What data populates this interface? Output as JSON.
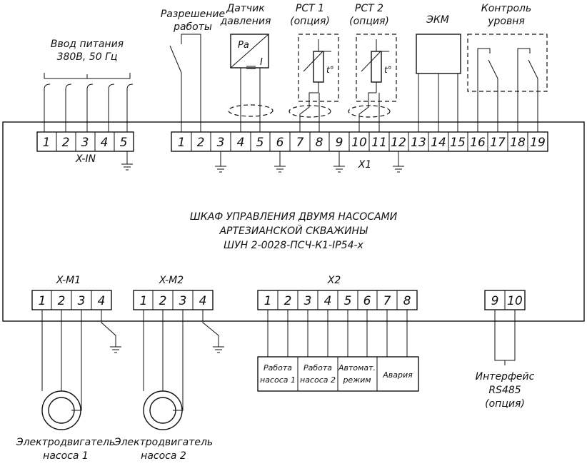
{
  "cabinet": {
    "title_line1": "ШКАФ УПРАВЛЕНИЯ ДВУМЯ НАСОСАМИ",
    "title_line2": "АРТЕЗИАНСКОЙ СКВАЖИНЫ",
    "title_line3": "ШУН 2-0028-ПСЧ-К1-IP54-х"
  },
  "power": {
    "label_line1": "Ввод питания",
    "label_line2": "380В, 50 Гц",
    "block_name": "X-IN",
    "terminals": [
      "1",
      "2",
      "3",
      "4",
      "5"
    ]
  },
  "x1": {
    "block_name": "X1",
    "terminals": [
      "1",
      "2",
      "3",
      "4",
      "5",
      "6",
      "7",
      "8",
      "9",
      "10",
      "11",
      "12",
      "13",
      "14",
      "15",
      "16",
      "17",
      "18",
      "19"
    ]
  },
  "devices": {
    "permit_line1": "Разрешение",
    "permit_line2": "работы",
    "pressure_line1": "Датчик",
    "pressure_line2": "давления",
    "pressure_symbol": "Pa",
    "pressure_i": "I",
    "rst1_line1": "РСТ 1",
    "rst1_line2": "(опция)",
    "rst2_line1": "РСТ 2",
    "rst2_line2": "(опция)",
    "ekm": "ЭКМ",
    "level_line1": "Контроль",
    "level_line2": "уровня",
    "temp_symbol": "t°"
  },
  "motors": {
    "m1_block": "X-M1",
    "m2_block": "X-M2",
    "m1_terminals": [
      "1",
      "2",
      "3",
      "4"
    ],
    "m2_terminals": [
      "1",
      "2",
      "3",
      "4"
    ],
    "m1_label_line1": "Электродвигатель",
    "m1_label_line2": "насоса 1",
    "m2_label_line1": "Электродвигатель",
    "m2_label_line2": "насоса 2"
  },
  "x2": {
    "block_name": "X2",
    "terminals": [
      "1",
      "2",
      "3",
      "4",
      "5",
      "6",
      "7",
      "8"
    ],
    "signals": [
      {
        "line1": "Работа",
        "line2": "насоса 1"
      },
      {
        "line1": "Работа",
        "line2": "насоса 2"
      },
      {
        "line1": "Автомат.",
        "line2": "режим"
      },
      {
        "line1": "Авария",
        "line2": ""
      }
    ]
  },
  "rs485": {
    "terminals": [
      "9",
      "10"
    ],
    "label_line1": "Интерфейс",
    "label_line2": "RS485",
    "label_line3": "(опция)"
  }
}
